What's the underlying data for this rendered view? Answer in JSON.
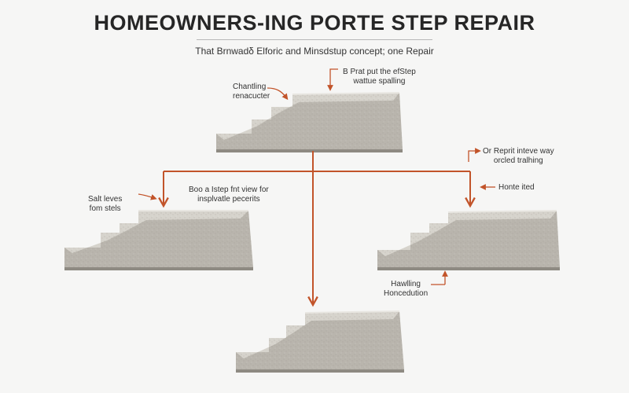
{
  "header": {
    "title": "HOMEOWNERS-ING PORTE STEP REPAIR",
    "subtitle": "That Brnwadδ Elforic and Minsdstup concept; one Repair"
  },
  "labels": {
    "top_left": [
      "Chantling",
      "renacucter"
    ],
    "top_right": [
      "B Prat put the efStep",
      "wattue spalling"
    ],
    "far_right": [
      "Or Reprit inteve way",
      "orcled tralhing"
    ],
    "right_small": [
      "Honte ited"
    ],
    "left": [
      "Salt leves",
      "fom stels"
    ],
    "center_left": [
      "Boo a Istep fnt view for",
      "insplvatle pecerits"
    ],
    "bottom": [
      "Hawlling",
      "Honcedution"
    ]
  },
  "colors": {
    "arrow": "#c2542a",
    "stone_light": "#d6d3cc",
    "stone_mid": "#b9b5ad",
    "stone_dark": "#8e8a82",
    "text": "#2b2b2b"
  }
}
